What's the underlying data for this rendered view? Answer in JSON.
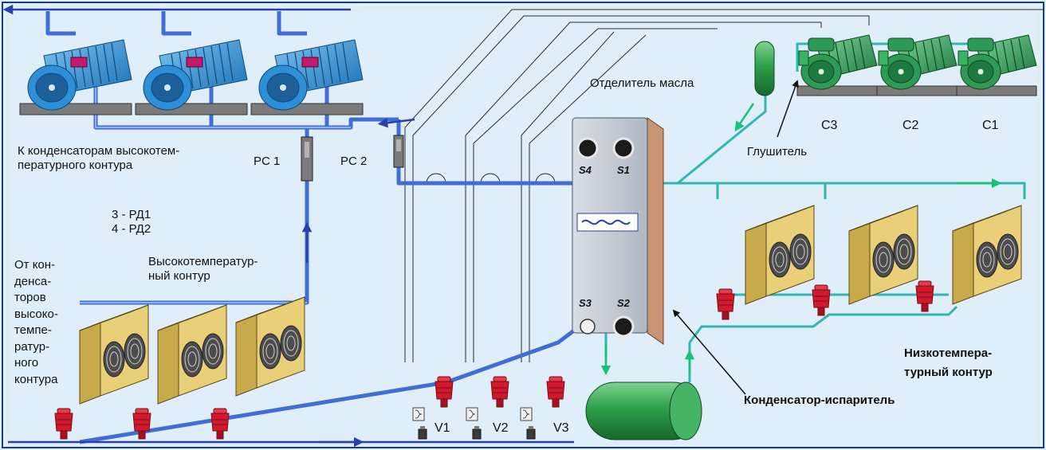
{
  "labels": {
    "to_condensers": "К конденсаторам высокотем-\nпературного контура",
    "pc1": "PC 1",
    "pc2": "PC 2",
    "rd_legend": "3 - РД1\n4 - РД2",
    "from_condensers": "От кон-\nденса-\nторов\nвысоко-\nтемпе-\nратур-\nного\nконтура",
    "high_temp_circuit": "Высокотемператур-\nный контур",
    "oil_separator": "Отделитель масла",
    "c3": "C3",
    "c2": "C2",
    "c1": "C1",
    "muffler": "Глушитель",
    "low_temp_circuit": "Низкотемпера-\nтурный контур",
    "condenser_evaporator": "Конденсатор-испаритель",
    "v1": "V1",
    "v2": "V2",
    "v3": "V3",
    "s1": "S1",
    "s2": "S2",
    "s3": "S3",
    "s4": "S4"
  },
  "colors": {
    "background": "#dfeef8",
    "frame": "#1a3a8a",
    "high_temp_pipe": "#3f6fd6",
    "low_temp_pipe": "#2fb7b0",
    "high_temp_compressor": "#2d8fd6",
    "low_temp_compressor": "#2f9a55",
    "condenser_body": "#f2dc8e",
    "valve": "#d01b2e",
    "receiver": "#2ea049",
    "heat_exchanger": "#c9d2dc"
  },
  "icons": {
    "high_temp_compressors": "compressor-icon",
    "low_temp_compressors": "compressor-icon",
    "condensers": "fan-condenser-icon",
    "valves": "valve-icon",
    "receiver": "receiver-tank-icon",
    "heat_exchanger": "plate-heat-exchanger-icon",
    "oil_separator": "oil-separator-icon",
    "logo": "alfa-laval-logo"
  }
}
